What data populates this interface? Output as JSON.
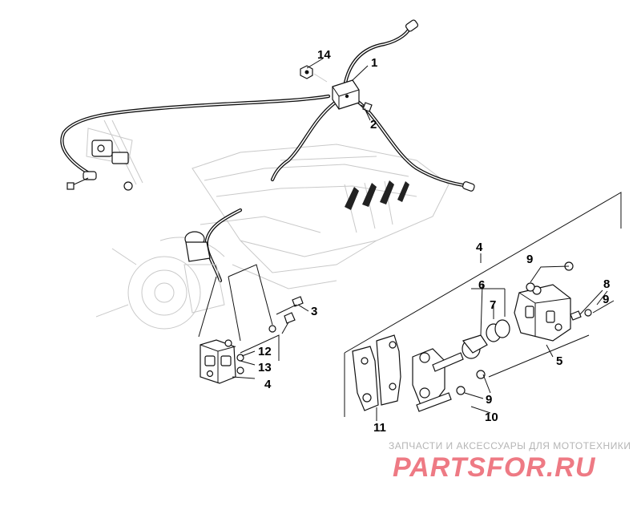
{
  "diagram": {
    "callouts": [
      {
        "id": "c1",
        "label": "1"
      },
      {
        "id": "c2",
        "label": "2"
      },
      {
        "id": "c3",
        "label": "3"
      },
      {
        "id": "c4a",
        "label": "4"
      },
      {
        "id": "c4b",
        "label": "4"
      },
      {
        "id": "c5",
        "label": "5"
      },
      {
        "id": "c6",
        "label": "6"
      },
      {
        "id": "c7",
        "label": "7"
      },
      {
        "id": "c8",
        "label": "8"
      },
      {
        "id": "c9a",
        "label": "9"
      },
      {
        "id": "c9b",
        "label": "9"
      },
      {
        "id": "c9c",
        "label": "9"
      },
      {
        "id": "c10",
        "label": "10"
      },
      {
        "id": "c11",
        "label": "11"
      },
      {
        "id": "c12",
        "label": "12"
      },
      {
        "id": "c13",
        "label": "13"
      },
      {
        "id": "c14",
        "label": "14"
      }
    ]
  },
  "watermark": {
    "subtitle": "ЗАПЧАСТИ И АКСЕССУАРЫ ДЛЯ МОТОТЕХНИКИ",
    "logo_text": "PARTSFOR.RU",
    "logo_color": "#ee7a84",
    "subtitle_color": "#b5b5b5"
  }
}
